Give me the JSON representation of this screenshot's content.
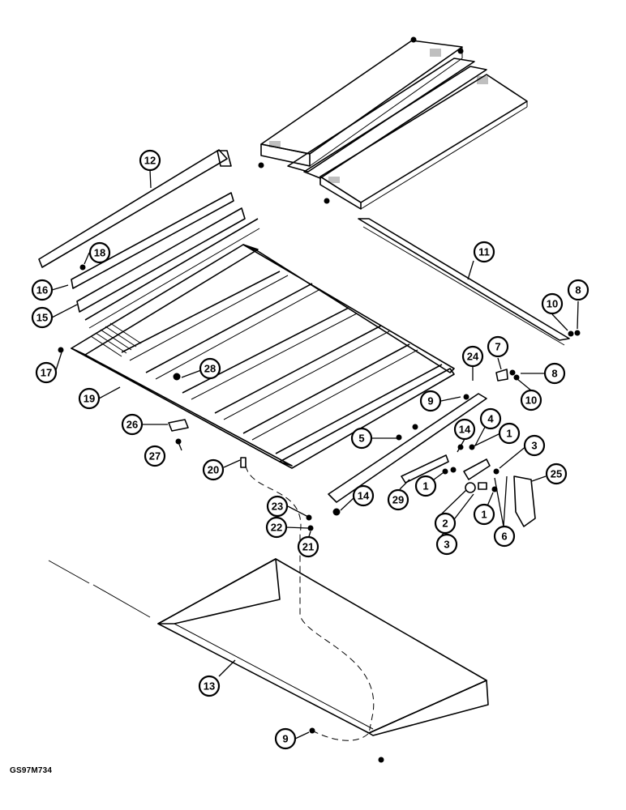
{
  "drawing_id": "GS97M734",
  "callouts": [
    "1",
    "2",
    "3",
    "4",
    "5",
    "6",
    "7",
    "8",
    "9",
    "10",
    "11",
    "12",
    "13",
    "14",
    "15",
    "16",
    "17",
    "18",
    "19",
    "20",
    "21",
    "22",
    "23",
    "24",
    "25",
    "26",
    "27",
    "28",
    "29"
  ],
  "labels": {
    "c1a": "1",
    "c1b": "1",
    "c1c": "1",
    "c2": "2",
    "c3a": "3",
    "c3b": "3",
    "c4": "4",
    "c5": "5",
    "c6": "6",
    "c7": "7",
    "c8a": "8",
    "c8b": "8",
    "c9a": "9",
    "c9b": "9",
    "c10a": "10",
    "c10b": "10",
    "c11": "11",
    "c12": "12",
    "c13": "13",
    "c14a": "14",
    "c14b": "14",
    "c15": "15",
    "c16": "16",
    "c17": "17",
    "c18": "18",
    "c19": "19",
    "c20": "20",
    "c21": "21",
    "c22": "22",
    "c23": "23",
    "c24": "24",
    "c25": "25",
    "c26": "26",
    "c27": "27",
    "c28": "28",
    "c29": "29"
  }
}
